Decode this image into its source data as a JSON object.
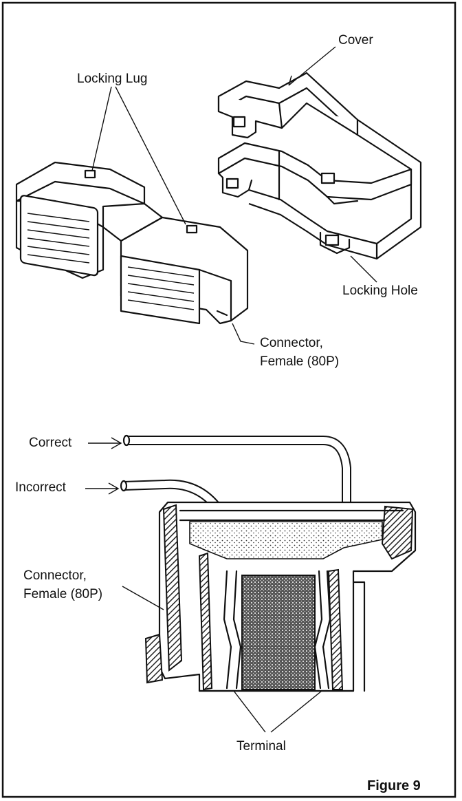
{
  "upper_diagram": {
    "labels": {
      "cover": "Cover",
      "locking_lug": "Locking Lug",
      "locking_hole": "Locking Hole",
      "connector_line1": "Connector,",
      "connector_line2": "Female (80P)"
    }
  },
  "lower_diagram": {
    "labels": {
      "correct": "Correct",
      "incorrect": "Incorrect",
      "connector_line1": "Connector,",
      "connector_line2": "Female (80P)",
      "terminal": "Terminal"
    }
  },
  "figure_caption": "Figure 9"
}
